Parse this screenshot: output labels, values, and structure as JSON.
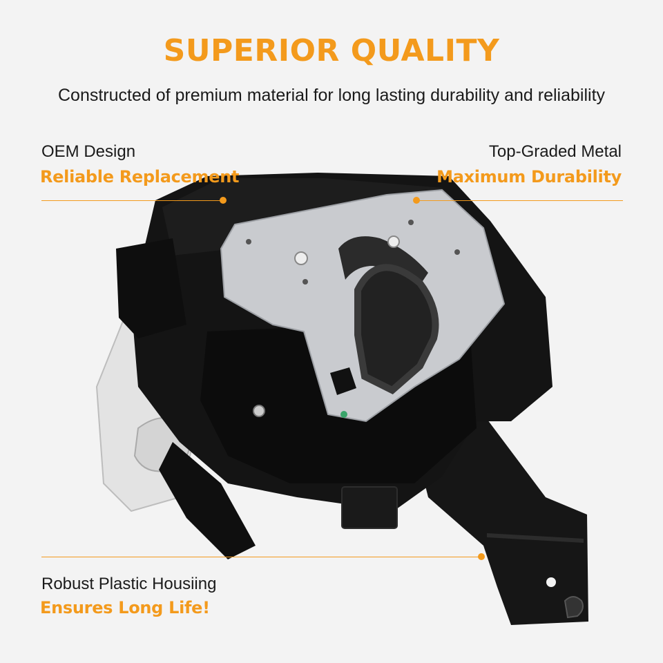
{
  "colors": {
    "accent": "#f39a1c",
    "text": "#1a1a1a",
    "background": "#f3f3f3"
  },
  "header": {
    "title": "SUPERIOR QUALITY",
    "subtitle": "Constructed of premium material for long lasting durability and reliability"
  },
  "callouts": {
    "top_left": {
      "label": "OEM Design",
      "highlight": "Reliable Replacement"
    },
    "top_right": {
      "label": "Top-Graded Metal",
      "highlight": "Maximum Durability"
    },
    "bottom_left": {
      "label": "Robust Plastic Housiing",
      "highlight": "Ensures Long Life!"
    }
  },
  "product": {
    "icon": "door-lock-actuator-icon"
  }
}
